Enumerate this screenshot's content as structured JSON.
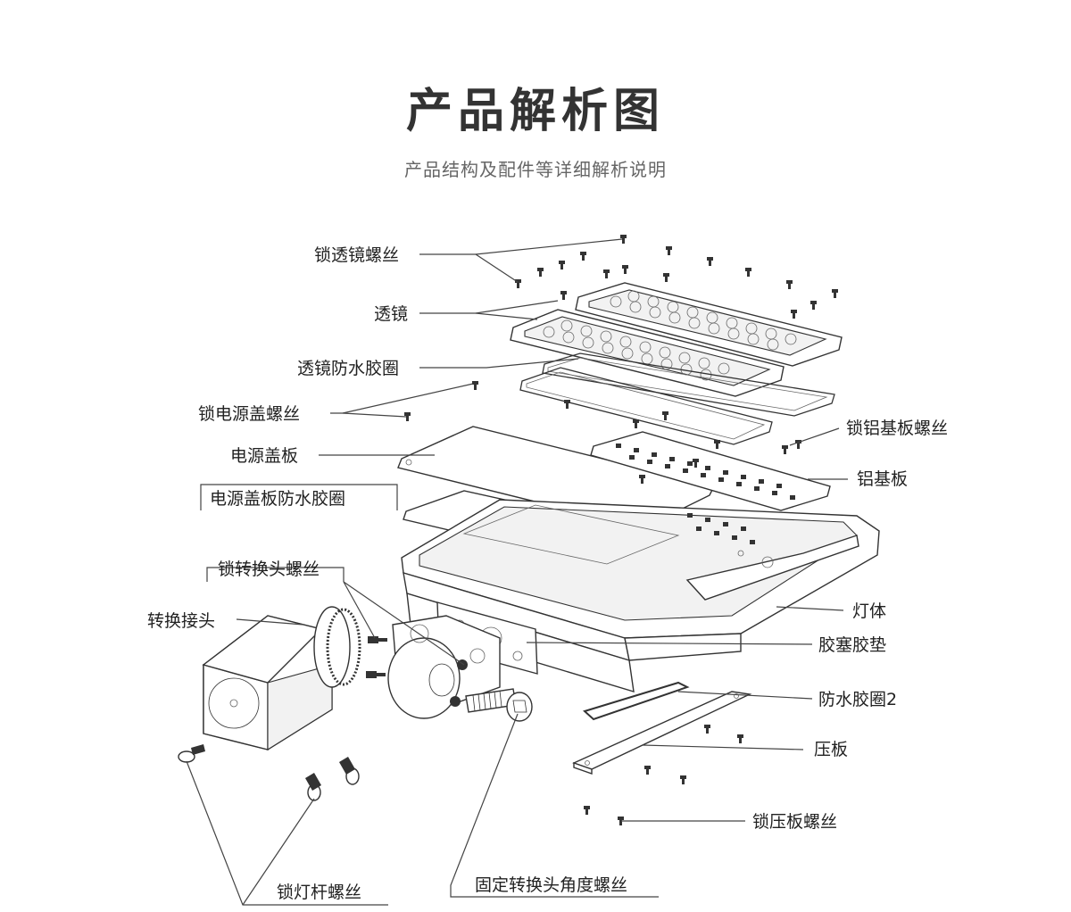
{
  "header": {
    "title": "产品解析图",
    "subtitle": "产品结构及配件等详细解析说明"
  },
  "labels": {
    "lens_screws": "锁透镜螺丝",
    "lens": "透镜",
    "lens_gasket": "透镜防水胶圈",
    "power_cover_screws": "锁电源盖螺丝",
    "power_cover": "电源盖板",
    "power_cover_gasket": "电源盖板防水胶圈",
    "adapter_screws": "锁转换头螺丝",
    "adapter": "转换接头",
    "pole_screws": "锁灯杆螺丝",
    "angle_screw": "固定转换头角度螺丝",
    "aluminum_screws": "锁铝基板螺丝",
    "aluminum_board": "铝基板",
    "lamp_body": "灯体",
    "plug_gasket": "胶塞胶垫",
    "gasket2": "防水胶圈2",
    "pressure_plate": "压板",
    "plate_screws": "锁压板螺丝"
  }
}
